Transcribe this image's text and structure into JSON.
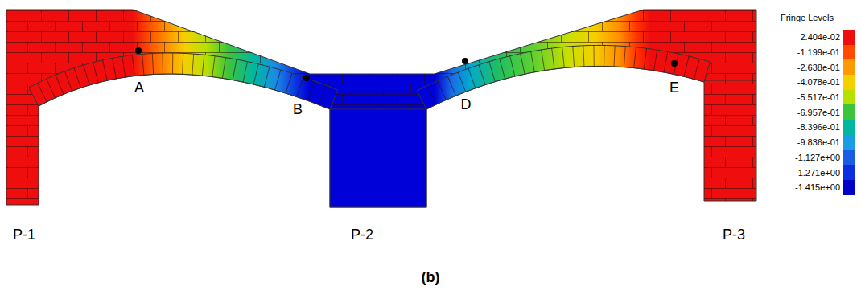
{
  "diagram": {
    "caption": "(b)",
    "labels": [
      "A",
      "B",
      "D",
      "E",
      "P-1",
      "P-2",
      "P-3",
      "Fringe Levels"
    ],
    "legend": [
      {
        "text": "2.404e-02",
        "color": "#f00d0d"
      },
      {
        "text": "-1.199e-01",
        "color": "#ff4a00"
      },
      {
        "text": "-2.638e-01",
        "color": "#ff9900"
      },
      {
        "text": "-4.078e-01",
        "color": "#f5d000"
      },
      {
        "text": "-5.517e-01",
        "color": "#b5e000"
      },
      {
        "text": "-6.957e-01",
        "color": "#3cc43c"
      },
      {
        "text": "-8.396e-01",
        "color": "#00b8a0"
      },
      {
        "text": "-9.836e-01",
        "color": "#1a9ce6"
      },
      {
        "text": "-1.127e+00",
        "color": "#1a5ce6"
      },
      {
        "text": "-1.271e+00",
        "color": "#0a2ee0"
      },
      {
        "text": "-1.415e+00",
        "color": "#0000c8"
      }
    ]
  }
}
